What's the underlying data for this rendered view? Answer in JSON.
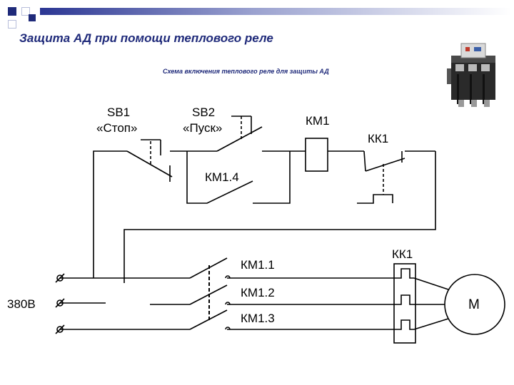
{
  "header": {
    "title": "Защита АД при помощи теплового реле",
    "subtitle": "Схема включения теплового реле для защиты АД"
  },
  "photo": {
    "icon": "thermal-relay-photo"
  },
  "colors": {
    "accent": "#1f2a7a",
    "line": "#000000"
  },
  "labels": {
    "sb1_code": "SB1",
    "sb1_name": "«Стоп»",
    "sb2_code": "SB2",
    "sb2_name": "«Пуск»",
    "km1_coil": "КМ1",
    "kk1_contact": "КК1",
    "km14": "КМ1.4",
    "km11": "КМ1.1",
    "km12": "КМ1.2",
    "km13": "КМ1.3",
    "kk1_heater": "КК1",
    "voltage": "380В",
    "motor": "М"
  }
}
